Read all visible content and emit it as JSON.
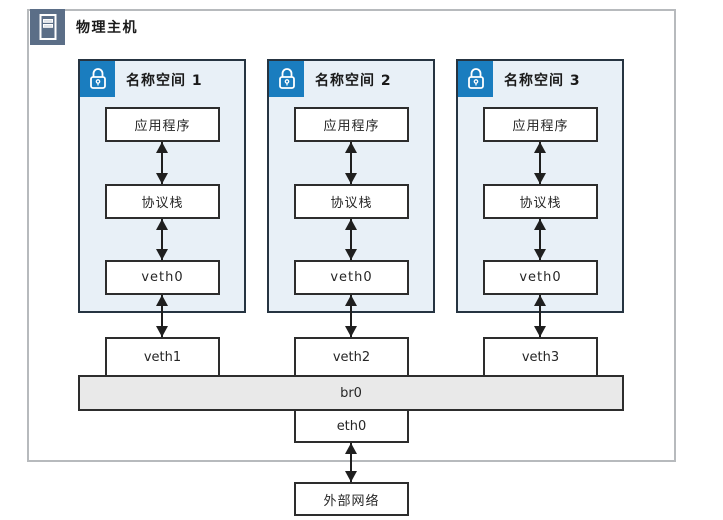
{
  "diagram": {
    "host": {
      "title": "物理主机",
      "icon": "server-icon"
    },
    "namespaces": [
      {
        "title": "名称空间 1",
        "icon": "lock-icon",
        "app": "应用程序",
        "stack": "协议栈",
        "veth_inner": "veth0",
        "veth_outer": "veth1"
      },
      {
        "title": "名称空间 2",
        "icon": "lock-icon",
        "app": "应用程序",
        "stack": "协议栈",
        "veth_inner": "veth0",
        "veth_outer": "veth2"
      },
      {
        "title": "名称空间 3",
        "icon": "lock-icon",
        "app": "应用程序",
        "stack": "协议栈",
        "veth_inner": "veth0",
        "veth_outer": "veth3"
      }
    ],
    "bridge": {
      "label": "br0"
    },
    "nic": {
      "label": "eth0"
    },
    "external": {
      "label": "外部网络"
    },
    "edges": [
      {
        "from": "应用程序",
        "to": "协议栈",
        "namespace": "名称空间 1",
        "type": "bidirectional-arrow"
      },
      {
        "from": "协议栈",
        "to": "veth0",
        "namespace": "名称空间 1",
        "type": "bidirectional-arrow"
      },
      {
        "from": "veth0",
        "to": "veth1",
        "namespace": "名称空间 1",
        "type": "bidirectional-arrow"
      },
      {
        "from": "应用程序",
        "to": "协议栈",
        "namespace": "名称空间 2",
        "type": "bidirectional-arrow"
      },
      {
        "from": "协议栈",
        "to": "veth0",
        "namespace": "名称空间 2",
        "type": "bidirectional-arrow"
      },
      {
        "from": "veth0",
        "to": "veth2",
        "namespace": "名称空间 2",
        "type": "bidirectional-arrow"
      },
      {
        "from": "应用程序",
        "to": "协议栈",
        "namespace": "名称空间 3",
        "type": "bidirectional-arrow"
      },
      {
        "from": "协议栈",
        "to": "veth0",
        "namespace": "名称空间 3",
        "type": "bidirectional-arrow"
      },
      {
        "from": "veth0",
        "to": "veth3",
        "namespace": "名称空间 3",
        "type": "bidirectional-arrow"
      },
      {
        "from": "veth1",
        "to": "br0",
        "type": "attached"
      },
      {
        "from": "veth2",
        "to": "br0",
        "type": "attached"
      },
      {
        "from": "veth3",
        "to": "br0",
        "type": "attached"
      },
      {
        "from": "br0",
        "to": "eth0",
        "type": "attached"
      },
      {
        "from": "eth0",
        "to": "外部网络",
        "type": "bidirectional-arrow"
      }
    ],
    "colors": {
      "host_border": "#b7babd",
      "host_icon_bg": "#5b6e87",
      "namespace_bg": "#e8f0f7",
      "namespace_border": "#263441",
      "lock_bg": "#1a7dbf",
      "node_border": "#2d2d2d",
      "bridge_bg": "#e9e9e9",
      "arrow": "#1f1f1f"
    }
  }
}
